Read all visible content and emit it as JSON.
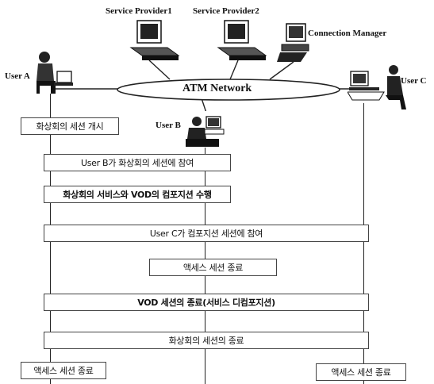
{
  "nodes": {
    "service_provider_1": "Service Provider1",
    "service_provider_2": "Service Provider2",
    "connection_manager": "Connection Manager",
    "user_a": "User A",
    "user_b": "User B",
    "user_c": "User C",
    "network": "ATM Network"
  },
  "steps": [
    "화상회의 세션 개시",
    "User B가 화상회의 세션에 참여",
    "화상회의 서비스와 VOD의 컴포지션 수행",
    "User C가 컴포지션 세션에 참여",
    "액세스 세션 종료",
    "VOD 세션의 종료(서비스 디컴포지션)",
    "화상회의 세션의 종료",
    "액세스 세션 종료",
    "액세스 세션 종료"
  ]
}
